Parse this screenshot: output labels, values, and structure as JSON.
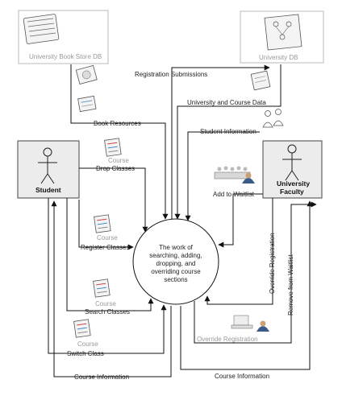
{
  "entities": {
    "book_store_db": "University Book Store DB",
    "university_db": "University DB",
    "student": "Student",
    "faculty_line1": "University",
    "faculty_line2": "Faculty"
  },
  "process": {
    "lines": [
      "The work of",
      "searching, adding,",
      "dropping, and",
      "overriding course",
      "sections"
    ]
  },
  "flows": {
    "registration_submissions": "Registration Submissions",
    "university_course_data": "University and Course Data",
    "book_resources": "Book Resources",
    "student_information": "Student Information",
    "drop_classes": "Drop Classes",
    "add_to_waitlist": "Add to Waitlist",
    "register_classes": "Register Classes",
    "override_registration_vertical": "Override Registration",
    "remove_from_waitlist": "Remove from Waitlist",
    "search_classes": "Search Classes",
    "override_registration": "Override Registration",
    "switch_class": "Switch Class",
    "course_information_left": "Course Information",
    "course_information_right": "Course Information"
  },
  "course_tags": [
    "Course",
    "Course",
    "Course",
    "Course"
  ],
  "colors": {
    "line": "#111111",
    "box_fill": "#ececec",
    "muted_text": "#9a9a9a"
  },
  "icons": [
    "book-icon",
    "network-diagram-icon",
    "stick-figure-icon",
    "cd-icon",
    "document-icon",
    "class-list-icon",
    "people-icon",
    "classroom-icon",
    "computer-user-icon"
  ]
}
